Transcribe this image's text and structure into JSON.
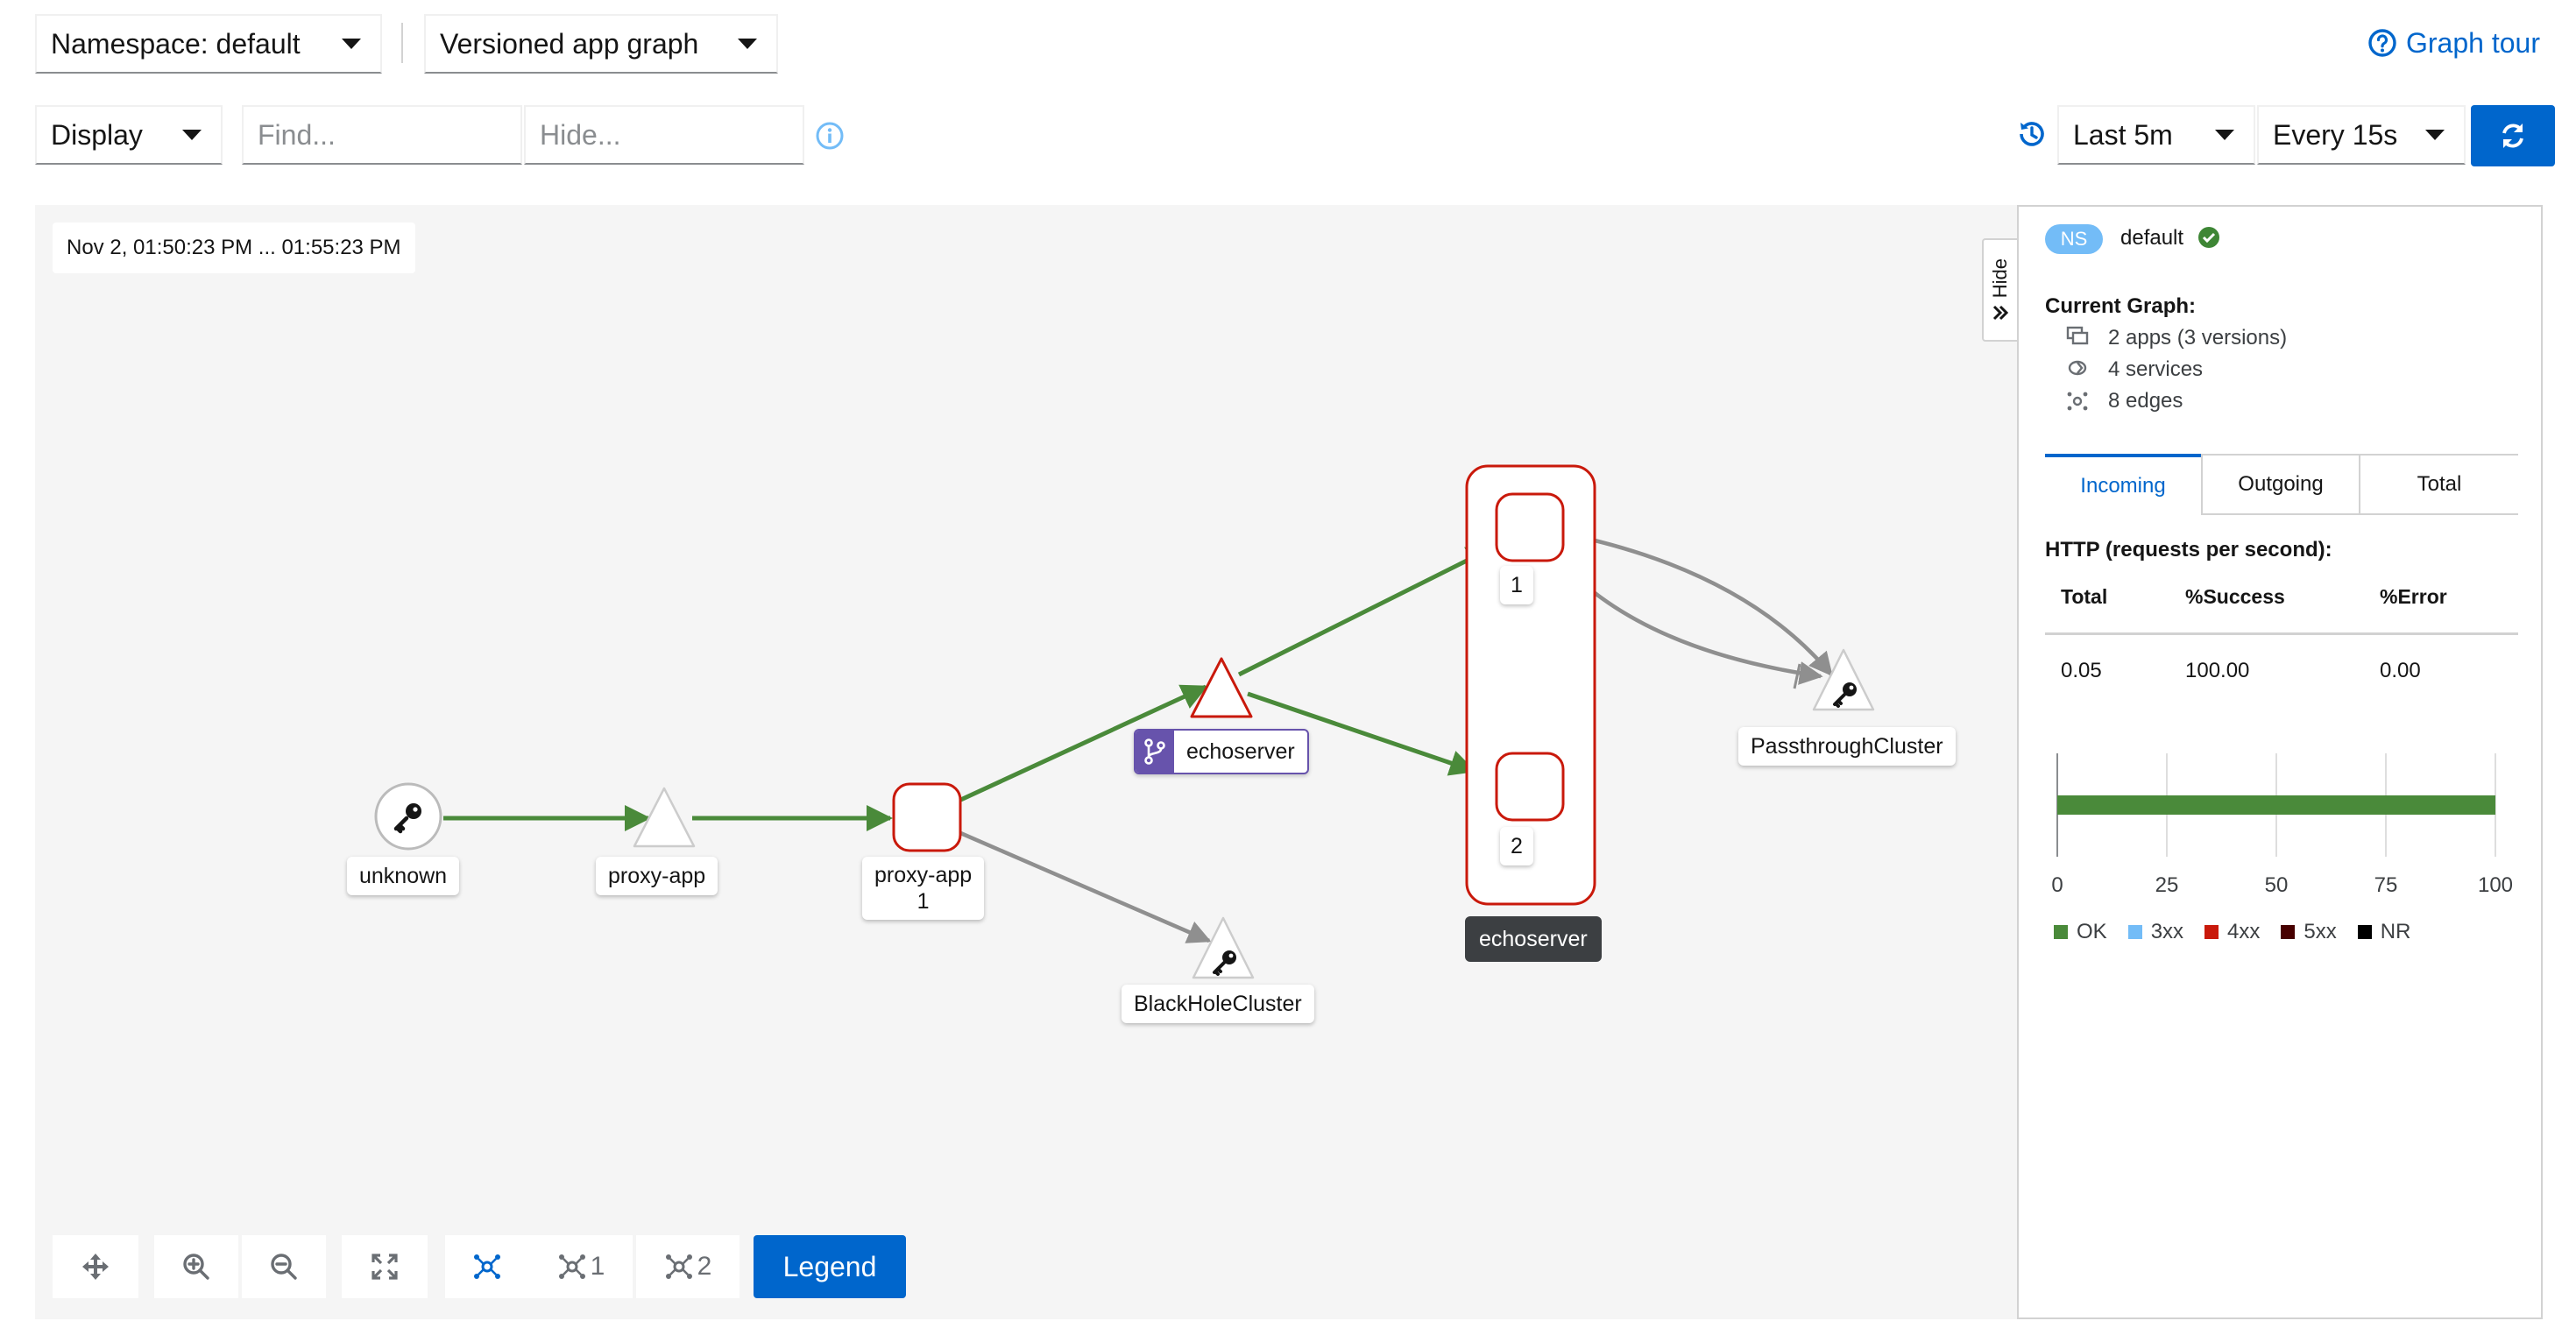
{
  "toolbar": {
    "namespace_label": "Namespace: default",
    "graph_type_label": "Versioned app graph",
    "graph_tour_label": "Graph tour",
    "display_label": "Display",
    "find_placeholder": "Find...",
    "hide_placeholder": "Hide...",
    "duration_label": "Last 5m",
    "refresh_label": "Every 15s"
  },
  "graph": {
    "time_range": "Nov 2, 01:50:23 PM ... 01:55:23 PM",
    "nodes": {
      "unknown": "unknown",
      "proxy_app_service": "proxy-app",
      "proxy_app_version_name": "proxy-app",
      "proxy_app_version_num": "1",
      "echoserver_service": "echoserver",
      "echoserver_v1": "1",
      "echoserver_v2": "2",
      "echoserver_box": "echoserver",
      "passthrough": "PassthroughCluster",
      "blackhole": "BlackHoleCluster"
    },
    "edge_colors": {
      "healthy": "#4a8a3a",
      "idle": "#8f8f8f",
      "node_border": "#c9190b"
    },
    "layout_buttons": {
      "layout_1": "1",
      "layout_2": "2"
    },
    "legend_label": "Legend"
  },
  "side_panel": {
    "hide_label": "Hide",
    "ns_badge": "NS",
    "namespace": "default",
    "current_graph_label": "Current Graph:",
    "apps": "2 apps (3 versions)",
    "services": "4 services",
    "edges": "8 edges",
    "tabs": [
      "Incoming",
      "Outgoing",
      "Total"
    ],
    "http_title": "HTTP (requests per second):",
    "table_headers": [
      "Total",
      "%Success",
      "%Error"
    ],
    "table_values": [
      "0.05",
      "100.00",
      "0.00"
    ],
    "chart_ticks": [
      "0",
      "25",
      "50",
      "75",
      "100"
    ],
    "legend": [
      {
        "label": "OK",
        "color": "#4a8a3a"
      },
      {
        "label": "3xx",
        "color": "#73bcf7"
      },
      {
        "label": "4xx",
        "color": "#c9190b"
      },
      {
        "label": "5xx",
        "color": "#470000"
      },
      {
        "label": "NR",
        "color": "#000000"
      }
    ]
  },
  "chart_data": {
    "type": "bar",
    "orientation": "horizontal",
    "categories": [
      ""
    ],
    "series": [
      {
        "name": "OK",
        "values": [
          100
        ]
      }
    ],
    "xlim": [
      0,
      100
    ]
  }
}
